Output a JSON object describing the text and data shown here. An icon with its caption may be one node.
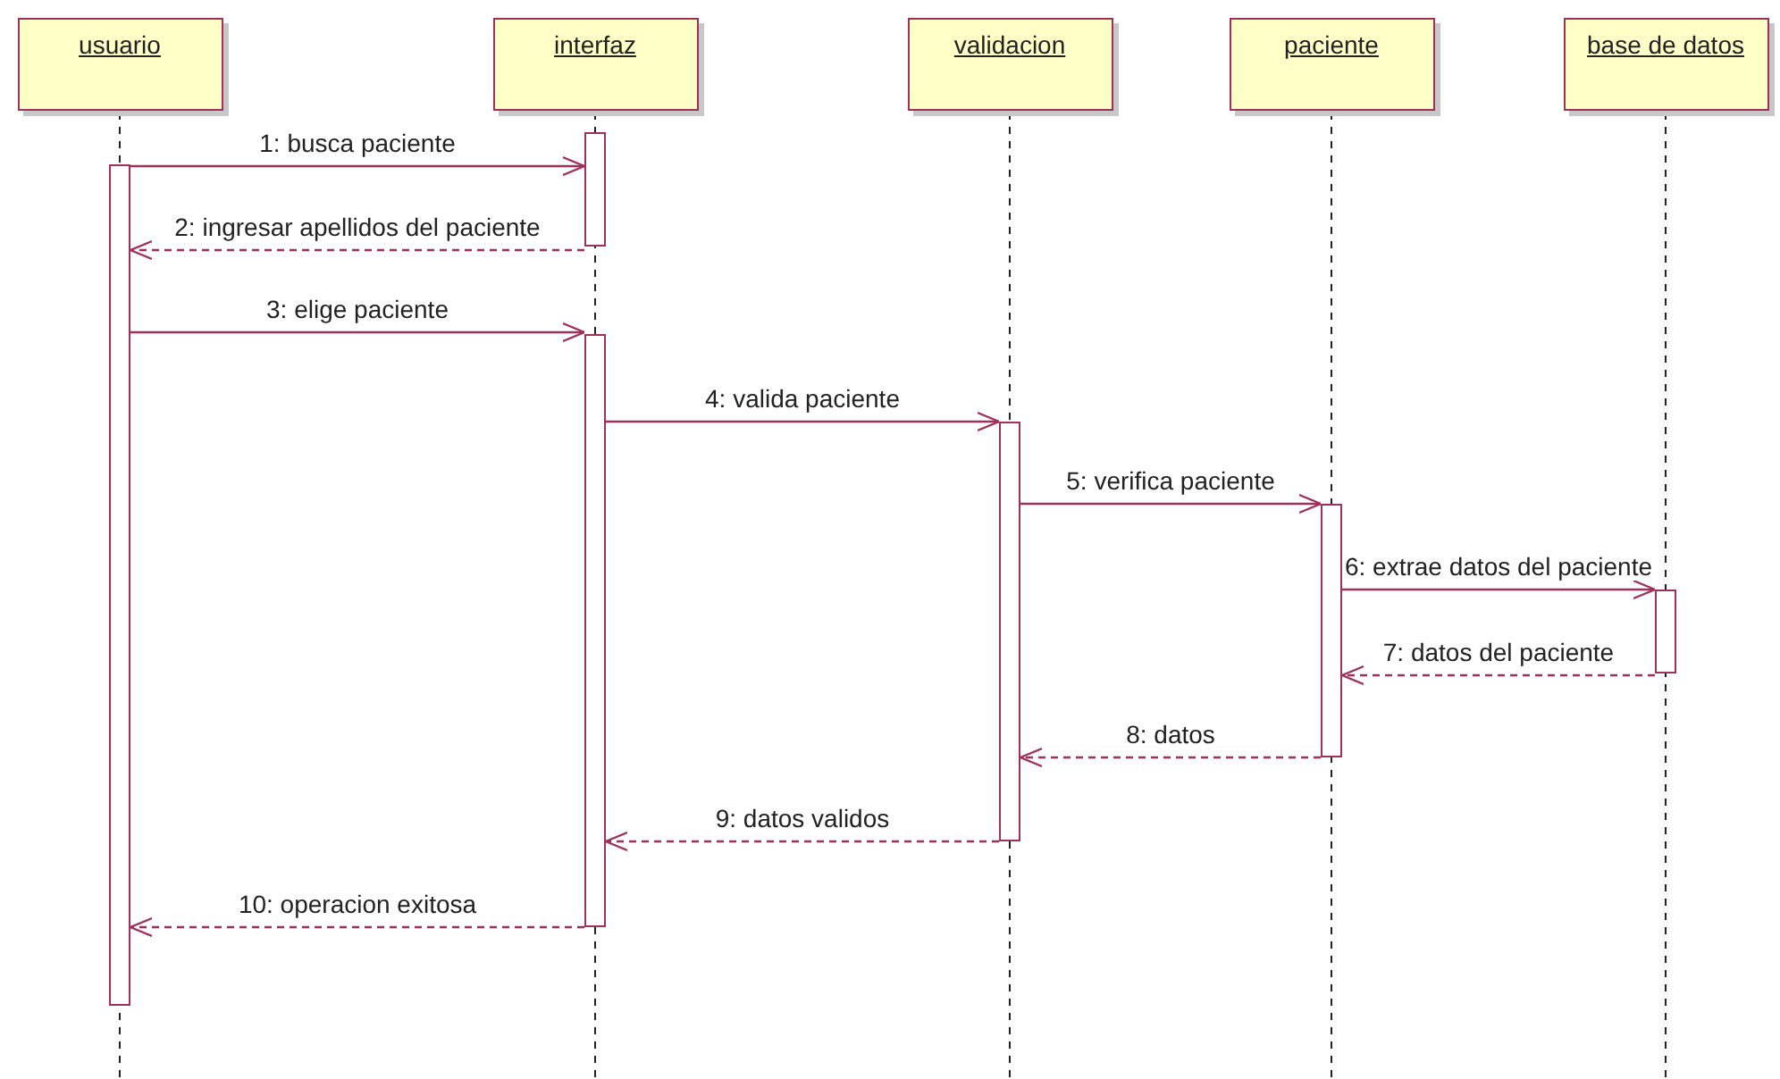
{
  "diagram": {
    "nodes": [
      {
        "text": [
          "usuario"
        ]
      },
      {
        "text": [
          "interfaz"
        ]
      },
      {
        "text": [
          "validacion"
        ]
      },
      {
        "text": [
          "paciente"
        ]
      },
      {
        "text": [
          "base de datos"
        ]
      },
      {
        "text": [],
        "shape": "bar"
      },
      {
        "text": [],
        "shape": "bar"
      },
      {
        "text": [],
        "shape": "bar"
      },
      {
        "text": [],
        "shape": "bar"
      },
      {
        "text": [],
        "shape": "bar"
      },
      {
        "text": [],
        "shape": "bar"
      }
    ],
    "edges": [
      {
        "from": 5,
        "to": 6,
        "arrow": "to",
        "label": "1: busca paciente"
      },
      {
        "from": 6,
        "to": 5,
        "arrow": "to",
        "style": "dashed",
        "label": "2: ingresar apellidos del paciente"
      },
      {
        "from": 5,
        "to": 7,
        "arrow": "to",
        "label": "3: elige paciente"
      },
      {
        "from": 7,
        "to": 8,
        "arrow": "to",
        "label": "4: valida paciente"
      },
      {
        "from": 8,
        "to": 9,
        "arrow": "to",
        "label": "5: verifica paciente"
      },
      {
        "from": 9,
        "to": 10,
        "arrow": "to",
        "label": "6: extrae datos del paciente"
      },
      {
        "from": 10,
        "to": 9,
        "arrow": "to",
        "style": "dashed",
        "label": "7: datos del paciente"
      },
      {
        "from": 9,
        "to": 8,
        "arrow": "to",
        "style": "dashed",
        "label": "8: datos"
      },
      {
        "from": 8,
        "to": 7,
        "arrow": "to",
        "style": "dashed",
        "label": "9: datos validos"
      },
      {
        "from": 7,
        "to": 5,
        "arrow": "to",
        "style": "dashed",
        "label": "10: operacion exitosa"
      }
    ]
  }
}
